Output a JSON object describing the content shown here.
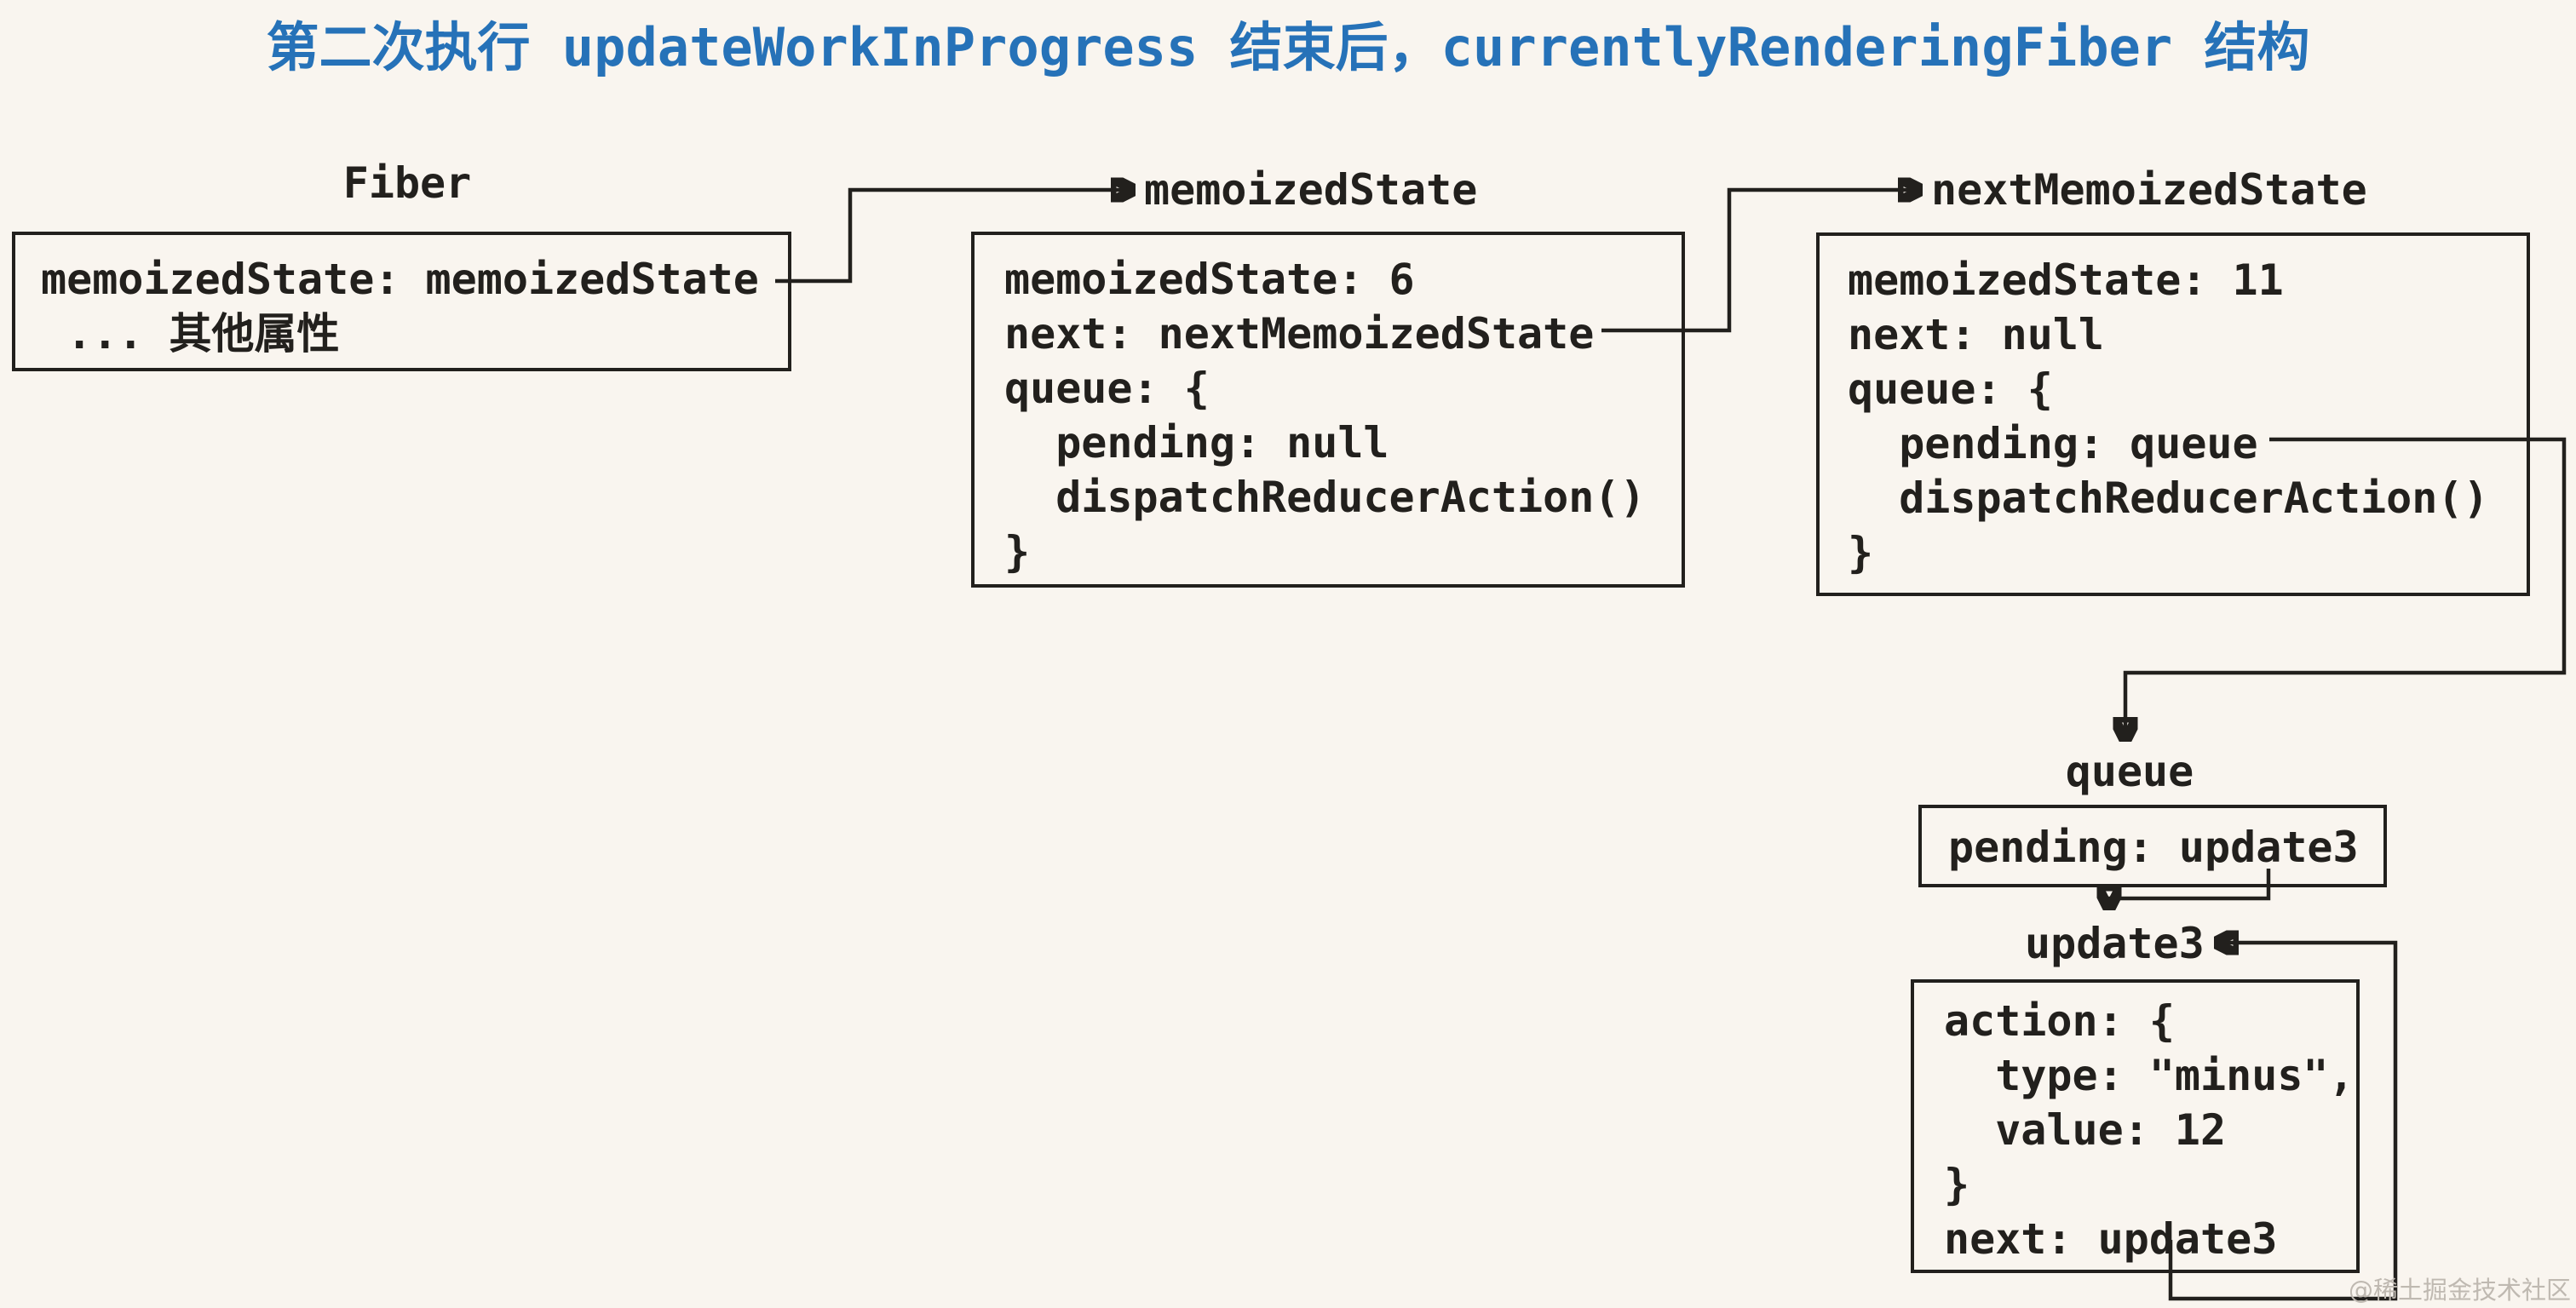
{
  "title": "第二次执行 updateWorkInProgress 结束后，currentlyRenderingFiber 结构",
  "watermark": "@稀土掘金技术社区",
  "colors": {
    "background": "#f9f5ef",
    "ink": "#22201d",
    "title_blue": "#2672b8",
    "watermark_gray": "#bfb9b1"
  },
  "boxes": {
    "fiber": {
      "label": "Fiber",
      "lines": [
        "memoizedState: memoizedState",
        " ... 其他属性"
      ]
    },
    "memoizedState": {
      "label": "memoizedState",
      "lines": [
        "memoizedState: 6",
        "next: nextMemoizedState",
        "queue: {",
        "  pending: null",
        "  dispatchReducerAction()",
        "}"
      ]
    },
    "nextMemoizedState": {
      "label": "nextMemoizedState",
      "lines": [
        "memoizedState: 11",
        "next: null",
        "queue: {",
        "  pending: queue",
        "  dispatchReducerAction()",
        "}"
      ]
    },
    "queue": {
      "label": "queue",
      "lines": [
        "pending: update3"
      ]
    },
    "update3": {
      "label": "update3",
      "lines": [
        "action: {",
        "  type: \"minus\",",
        "  value: 12",
        "}",
        "next: update3"
      ]
    }
  },
  "edges": [
    {
      "from": "fiber.memoizedState",
      "to": "memoizedState"
    },
    {
      "from": "memoizedState.next",
      "to": "nextMemoizedState"
    },
    {
      "from": "nextMemoizedState.queue.pending",
      "to": "queue"
    },
    {
      "from": "queue.pending",
      "to": "update3"
    },
    {
      "from": "update3.next",
      "to": "update3"
    }
  ]
}
